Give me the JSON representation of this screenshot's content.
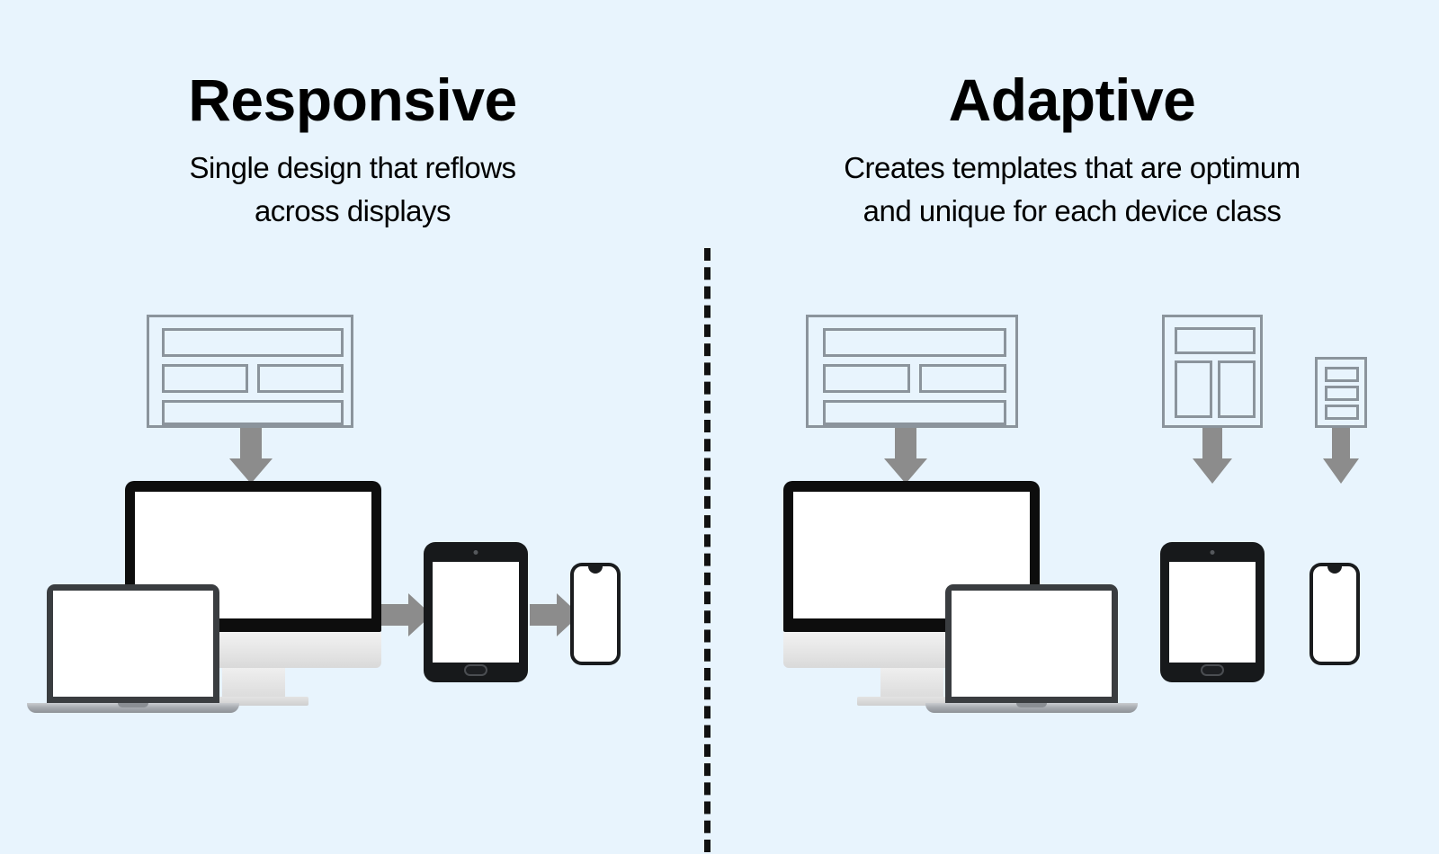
{
  "background_color": "#e8f4fd",
  "divider": {
    "style": "dashed-vertical",
    "color": "#111111"
  },
  "panels": {
    "left": {
      "title": "Responsive",
      "subtitle_line1": "Single design that reflows",
      "subtitle_line2": "across displays",
      "templates": [
        {
          "name": "desktop-wireframe",
          "layout": "one-full-bar, two-half-bars, one-full-bar"
        }
      ],
      "devices": [
        "laptop",
        "monitor",
        "tablet",
        "phone"
      ],
      "flow_arrows": [
        "template-to-monitor-down",
        "monitor-to-tablet-right",
        "tablet-to-phone-right"
      ]
    },
    "right": {
      "title": "Adaptive",
      "subtitle_line1": "Creates templates that are optimum",
      "subtitle_line2": "and unique for each device class",
      "templates": [
        {
          "name": "desktop-wireframe",
          "layout": "one-full-bar, two-half-bars, one-full-bar"
        },
        {
          "name": "tablet-wireframe",
          "layout": "one-top-bar, two-vertical-columns"
        },
        {
          "name": "phone-wireframe",
          "layout": "three-stacked-bars"
        }
      ],
      "devices": [
        "monitor",
        "laptop",
        "tablet",
        "phone"
      ],
      "flow_arrows": [
        "desktop-template-down",
        "tablet-template-down",
        "phone-template-down"
      ]
    }
  },
  "colors": {
    "wireframe_stroke": "#8b949c",
    "arrow": "#8c8c8c",
    "device_bezel_dark": "#0d0d0d",
    "laptop_lid": "#3a3d40",
    "laptop_base": "#a7abb0",
    "screen": "#ffffff",
    "text": "#000000"
  }
}
